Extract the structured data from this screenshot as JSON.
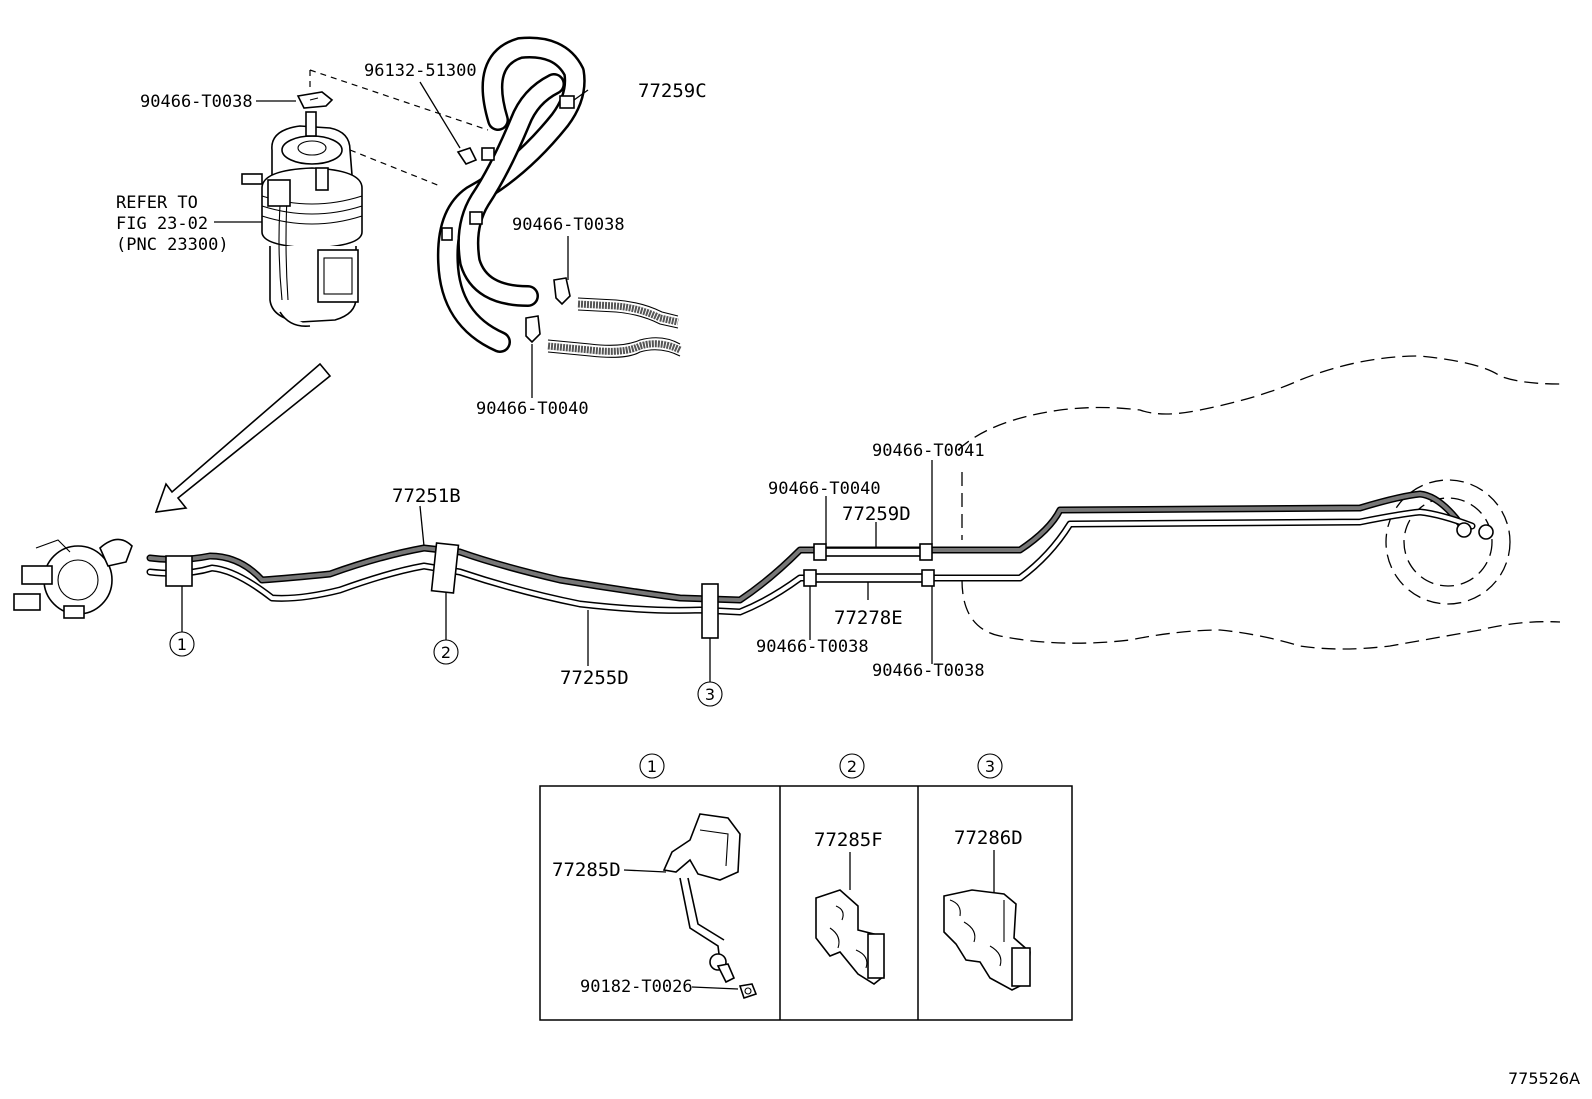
{
  "figure_id": "775526A",
  "callouts": {
    "p_90466_T0038_top": "90466-T0038",
    "p_96132_51300": "96132-51300",
    "p_77259C": "77259C",
    "refer_line1": "REFER TO",
    "refer_line2": "FIG 23-02",
    "refer_line3": "(PNC 23300)",
    "p_90466_T0038_mid": "90466-T0038",
    "p_90466_T0040_top": "90466-T0040",
    "p_77251B": "77251B",
    "p_90466_T0041": "90466-T0041",
    "p_90466_T0040_right": "90466-T0040",
    "p_77259D": "77259D",
    "p_77278E": "77278E",
    "p_90466_T0038_lower_left": "90466-T0038",
    "p_90466_T0038_lower_right": "90466-T0038",
    "p_77255D": "77255D"
  },
  "circled_refs": {
    "c1": "1",
    "c2": "2",
    "c3": "3"
  },
  "detail_boxes": {
    "box1_ref": "1",
    "box1_part": "77285D",
    "box1_bolt": "90182-T0026",
    "box2_ref": "2",
    "box2_part": "77285F",
    "box3_ref": "3",
    "box3_part": "77286D"
  }
}
